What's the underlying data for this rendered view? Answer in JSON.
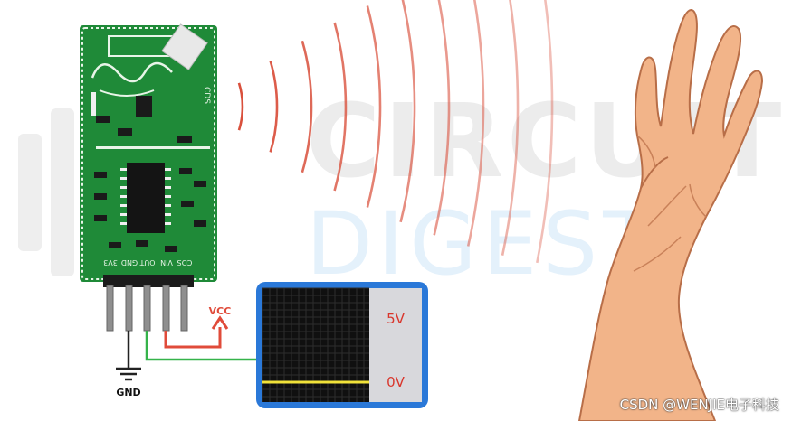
{
  "watermark": {
    "main": "CIRCUIT",
    "sub": "DIGEST"
  },
  "sensor": {
    "chip_label": "CDS",
    "pin_labels": [
      "3V3",
      "GND",
      "OUT",
      "VIN",
      "CDS"
    ]
  },
  "labels": {
    "vcc": "VCC",
    "gnd": "GND"
  },
  "scope": {
    "high": "5V",
    "low": "0V"
  },
  "credit": "CSDN @WENJIE电子科技",
  "colors": {
    "pcb": "#1f8a38",
    "waves": "#d9503c",
    "vcc_wire": "#e04b3a",
    "out_wire": "#35b34a",
    "gnd_wire": "#222222",
    "scope_frame": "#2a78d8",
    "scope_screen": "#101010",
    "scope_trace": "#f2e33a",
    "scope_panel": "#d8d8dc",
    "scope_text": "#d9362c",
    "skin": "#f2b489"
  },
  "icons": [
    "ground-symbol-icon",
    "arrow-up-icon",
    "hand-illustration"
  ]
}
